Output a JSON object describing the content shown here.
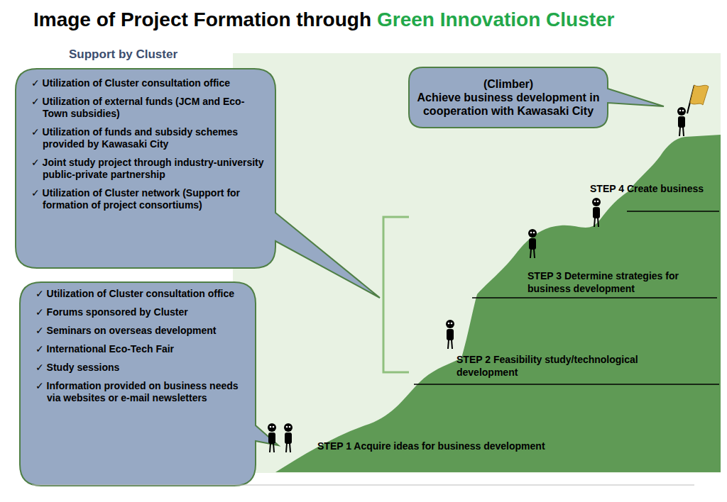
{
  "diagram": {
    "title": "Image of Project Formation through",
    "nodes": [
      {
        "text": [
          "✓ Utilization of Cluster consultation office",
          "✓ Utilization of external funds (JCM and Eco-Town subsidies)",
          "✓ Utilization of funds and subsidy schemes provided by Kawasaki City",
          "✓ Joint study project through industry-university public-private partnership",
          "✓ Utilization of Cluster network (Support for formation of project consortiums)"
        ]
      },
      {
        "text": [
          "✓ Utilization of Cluster consultation office",
          "✓ Forums sponsored by Cluster",
          "✓ Seminars on overseas development",
          "✓ International Eco-Tech Fair",
          "✓ Study sessions",
          "✓ Information provided on business needs via websites or e-mail newsletters"
        ]
      },
      {
        "text": [
          "(Climber)",
          "Achieve business development in cooperation with Kawasaki City"
        ]
      }
    ],
    "edges": [],
    "labels": [
      "Green Innovation Cluster",
      "Support by Cluster",
      "STEP 1 Acquire ideas for business development",
      "STEP 2 Feasibility study/technological development",
      "STEP 3 Determine strategies for business development",
      "STEP 4 Create business"
    ]
  }
}
